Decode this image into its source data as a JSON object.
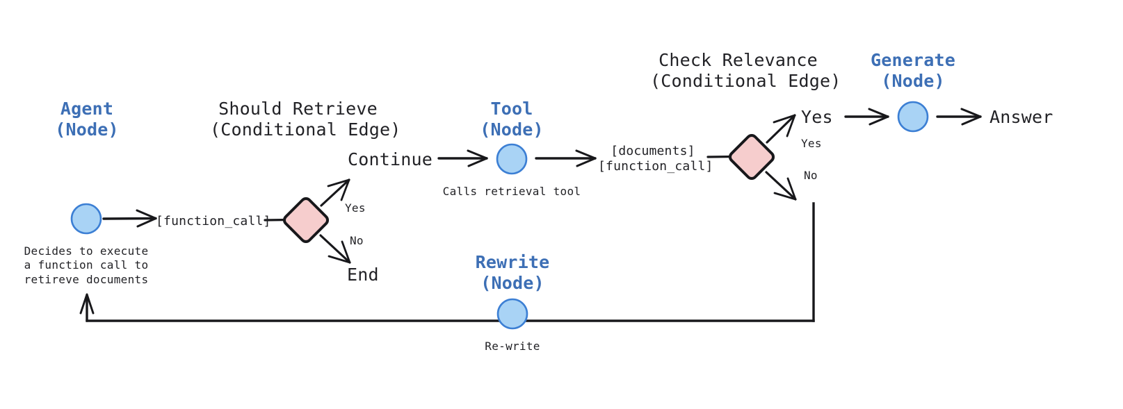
{
  "diagram": {
    "title": "Agentic RAG LangGraph flow",
    "colors": {
      "node_fill": "#a9d3f5",
      "node_stroke": "#3c7fd4",
      "decision_fill": "#f6cdcd",
      "decision_stroke": "#18181b",
      "line": "#18181b",
      "node_label": "#3d6fb5",
      "text": "#222226"
    },
    "node_labels": {
      "agent": "Agent\n(Node)",
      "tool": "Tool\n(Node)",
      "generate": "Generate\n(Node)",
      "rewrite": "Rewrite\n(Node)"
    },
    "edge_labels": {
      "should_retrieve": "Should Retrieve\n(Conditional Edge)",
      "check_relevance": "Check Relevance\n(Conditional Edge)"
    },
    "captions": {
      "agent": "Decides to execute\na function call to\nretireve documents",
      "tool": "Calls retrieval tool",
      "rewrite": "Re-write"
    },
    "state_labels": {
      "function_call": "[function_call]",
      "documents_function_call": "[documents]\n[function_call]"
    },
    "flow_labels": {
      "continue": "Continue",
      "end": "End",
      "yes_big": "Yes",
      "answer": "Answer"
    },
    "branch_labels": {
      "retrieve_yes": "Yes",
      "retrieve_no": "No",
      "relevance_yes": "Yes",
      "relevance_no": "No"
    }
  }
}
